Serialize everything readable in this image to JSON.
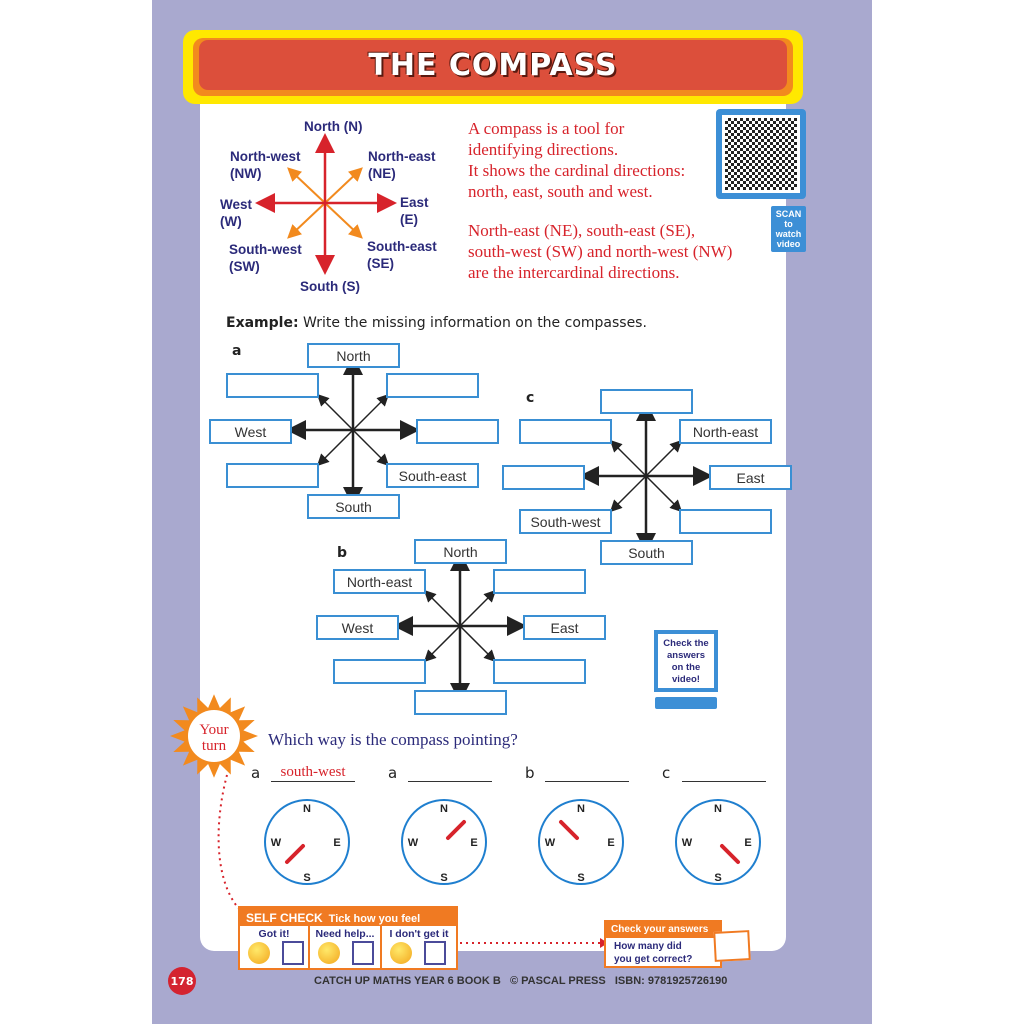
{
  "title": "THE COMPASS",
  "diagram": {
    "n": "North (N)",
    "nw": [
      "North-west",
      "(NW)"
    ],
    "ne": [
      "North-east",
      "(NE)"
    ],
    "w": [
      "West",
      "(W)"
    ],
    "e": [
      "East",
      "(E)"
    ],
    "sw": [
      "South-west",
      "(SW)"
    ],
    "se": [
      "South-east",
      "(SE)"
    ],
    "s": "South (S)"
  },
  "info": [
    "A compass is a tool for",
    "identifying directions.",
    "It shows the cardinal directions:",
    "north, east, south and west.",
    "North-east (NE), south-east (SE),",
    "south-west (SW) and north-west (NW)",
    "are the intercardinal directions."
  ],
  "qr": {
    "scan": [
      "SCAN",
      "to",
      "watch",
      "video"
    ]
  },
  "example": {
    "bold": "Example:",
    "text": " Write the missing information on the compasses."
  },
  "compass_a": {
    "label": "a",
    "n": "North",
    "nw": "",
    "ne": "",
    "w": "West",
    "e": "",
    "sw": "",
    "se": "South-east",
    "s": "South"
  },
  "compass_b": {
    "label": "b",
    "n": "North",
    "nw": "North-east",
    "ne": "",
    "w": "West",
    "e": "East",
    "sw": "",
    "se": "",
    "s": ""
  },
  "compass_c": {
    "label": "c",
    "n": "",
    "nw": "",
    "ne": "North-east",
    "w": "",
    "e": "East",
    "sw": "South-west",
    "se": "",
    "s": "South"
  },
  "check_video": [
    "Check the",
    "answers",
    "on the",
    "video!"
  ],
  "your_turn": {
    "badge": [
      "Your",
      "turn"
    ],
    "question": "Which way is the compass pointing?",
    "items": [
      {
        "label": "a",
        "answer": "south-west",
        "dir": "SW"
      },
      {
        "label": "a",
        "answer": "",
        "dir": "NE"
      },
      {
        "label": "b",
        "answer": "",
        "dir": "NW"
      },
      {
        "label": "c",
        "answer": "",
        "dir": "SE"
      }
    ],
    "dial": {
      "n": "N",
      "e": "E",
      "s": "S",
      "w": "W"
    }
  },
  "self_check": {
    "title": "SELF CHECK",
    "subtitle": "Tick how you feel",
    "options": [
      "Got it!",
      "Need help...",
      "I don't get it"
    ]
  },
  "check_answers": {
    "title": "Check your answers",
    "text": [
      "How many did",
      "you get correct?"
    ]
  },
  "footer": {
    "page": "178",
    "text": "CATCH UP MATHS YEAR 6 BOOK B   © PASCAL PRESS   ISBN: 9781925726190"
  },
  "colors": {
    "background": "#a9a9cf",
    "accent_red": "#d7232b",
    "blue": "#3a8fd3",
    "orange": "#f07a22",
    "navy": "#2b2a7a"
  }
}
